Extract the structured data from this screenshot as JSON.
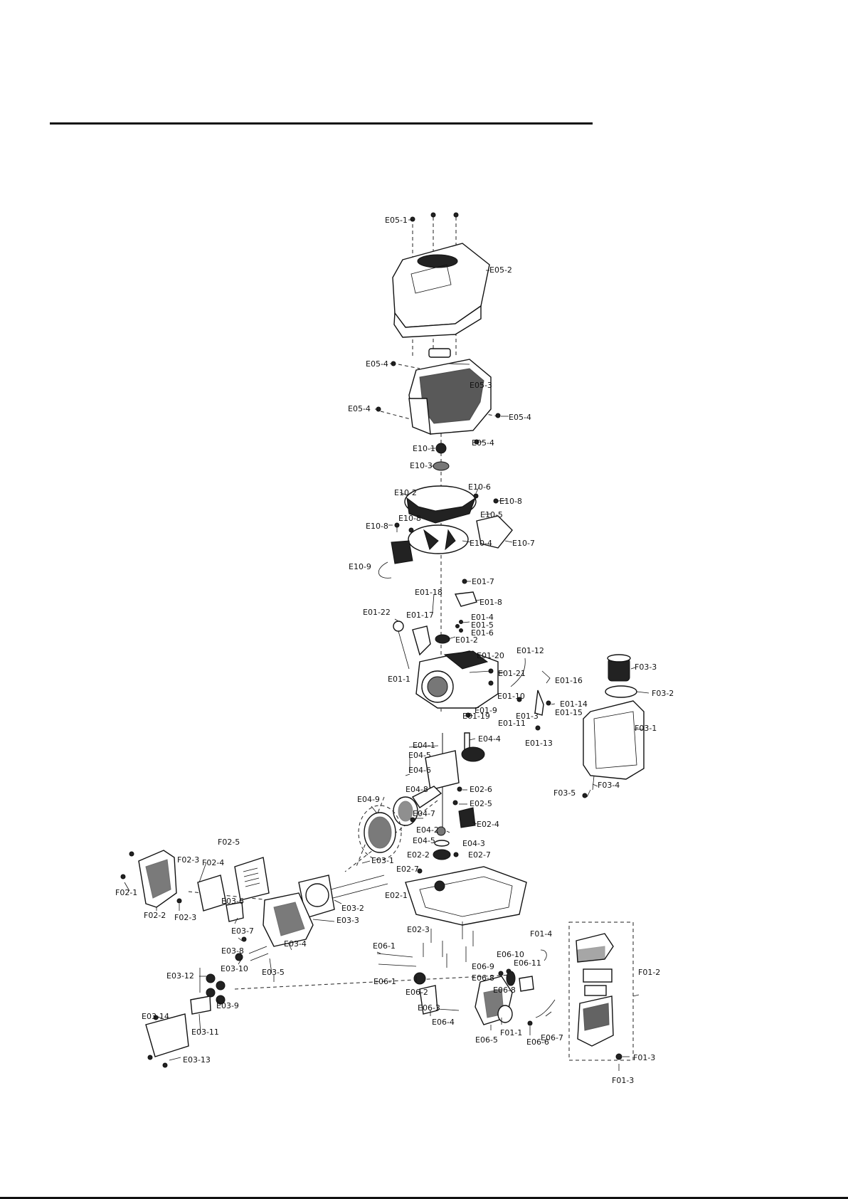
{
  "diagram": {
    "labels": [
      "E05-1",
      "E05-2",
      "E05-4",
      "E05-3",
      "E05-4",
      "E05-4",
      "E05-4",
      "E10-1",
      "E10-3",
      "E10-6",
      "E10-2",
      "E10-8",
      "E10-5",
      "E10-8",
      "E10-8",
      "E10-4",
      "E10-7",
      "E10-9",
      "E01-7",
      "E01-8",
      "E01-18",
      "E01-22",
      "E01-17",
      "E01-4",
      "E01-5",
      "E01-6",
      "E01-2",
      "E01-20",
      "E01-12",
      "E01-1",
      "E01-21",
      "E01-16",
      "E01-10",
      "E01-14",
      "E01-9",
      "E01-3",
      "E01-15",
      "E01-19",
      "E01-11",
      "E01-13",
      "F03-3",
      "F03-2",
      "F03-1",
      "F03-4",
      "F03-5",
      "E04-1",
      "E04-4",
      "E04-5",
      "E04-6",
      "E04-8",
      "E02-6",
      "E04-9",
      "E02-5",
      "E04-7",
      "E02-4",
      "E04-2",
      "E04-5",
      "E04-3",
      "E03-1",
      "E02-2",
      "E02-7",
      "E02-7",
      "F02-5",
      "E02-1",
      "F02-3",
      "F02-4",
      "E03-2",
      "F02-1",
      "F02-2",
      "F02-3",
      "E03-6",
      "E03-3",
      "E02-3",
      "E03-7",
      "E06-1",
      "F01-4",
      "F01-2",
      "E03-8",
      "E03-4",
      "E03-5",
      "E06-10",
      "E06-9",
      "E03-12",
      "E03-10",
      "E06-11",
      "E06-1",
      "E06-8",
      "E06-8",
      "E06-2",
      "E03-9",
      "E06-3",
      "E06-4",
      "E03-14",
      "E03-11",
      "F01-1",
      "E06-7",
      "E06-5",
      "E06-6",
      "E03-13",
      "F01-3",
      "F01-3"
    ]
  }
}
